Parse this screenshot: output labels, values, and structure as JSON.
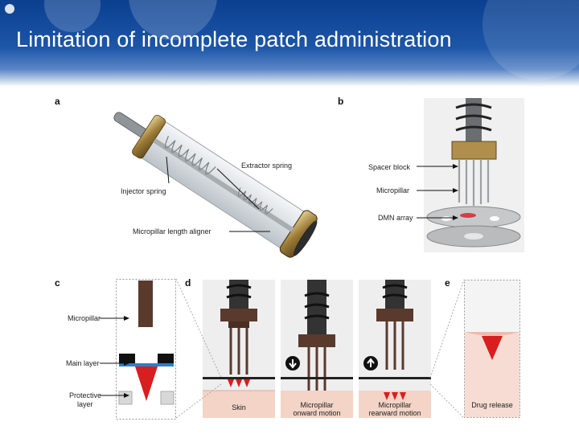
{
  "slide": {
    "title": "Limitation of incomplete patch administration"
  },
  "panels": {
    "a": {
      "letter": "a",
      "labels": {
        "extractor_spring": "Extractor spring",
        "injector_spring": "Injector spring",
        "aligner": "Micropillar length aligner"
      }
    },
    "b": {
      "letter": "b",
      "labels": {
        "spacer_block": "Spacer block",
        "micropillar": "Micropillar",
        "dmn_array": "DMN array"
      }
    },
    "c": {
      "letter": "c",
      "labels": {
        "micropillar": "Micropillar",
        "main_layer": "Main layer",
        "protective_line1": "Protective",
        "protective_line2": "layer"
      }
    },
    "d": {
      "letter": "d",
      "captions": {
        "skin": "Skin",
        "onward_line1": "Micropillar",
        "onward_line2": "onward motion",
        "rearward_line1": "Micropillar",
        "rearward_line2": "rearward motion"
      }
    },
    "e": {
      "letter": "e",
      "captions": {
        "drug_release": "Drug release"
      }
    }
  },
  "colors": {
    "banner": "#0b3f8f",
    "pillar_brown": "#5a3a2c",
    "drug_red": "#d81e1e",
    "skin_pink": "#f3d4c6"
  }
}
